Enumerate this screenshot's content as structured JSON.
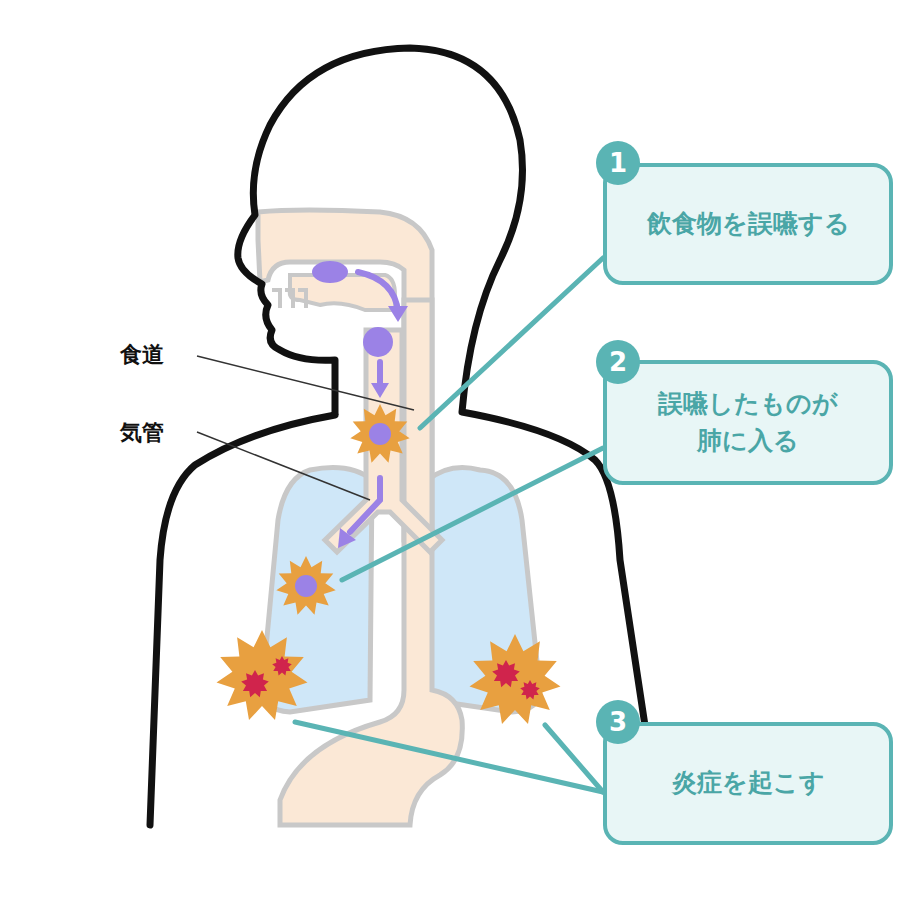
{
  "diagram": {
    "nodes": [
      {
        "text": [
          "飲食物を誤嚥する"
        ]
      },
      {
        "text": [
          "誤嚥したものが 肺に入る"
        ]
      },
      {
        "text": [
          "炎症を起こす"
        ]
      }
    ],
    "labels": [
      "食道",
      "気管",
      "1",
      "2",
      "3"
    ]
  }
}
